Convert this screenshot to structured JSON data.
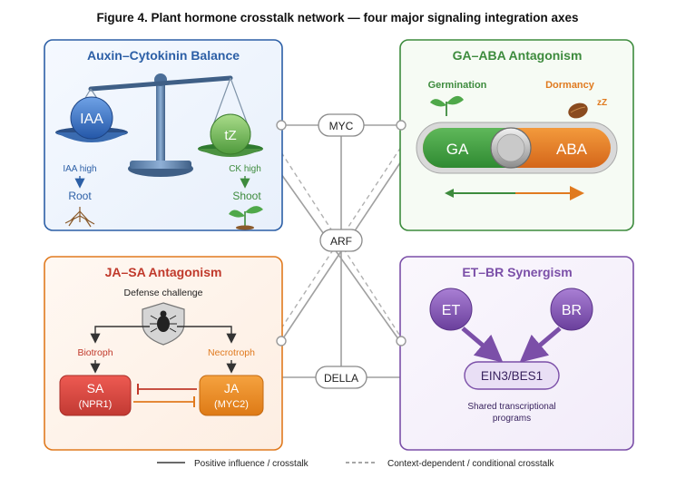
{
  "figure_title": "Figure 4. Plant hormone crosstalk network — four major signaling integration axes",
  "hubs": {
    "top": "MYC",
    "middle": "ARF",
    "bottom": "DELLA"
  },
  "panels": {
    "auxin_cytokinin": {
      "title": "Auxin–Cytokinin Balance",
      "left_pan": "IAA",
      "right_pan": "tZ",
      "left_condition": "IAA high",
      "left_outcome": "Root",
      "right_condition": "CK high",
      "right_outcome": "Shoot"
    },
    "ga_aba": {
      "title": "GA–ABA Antagonism",
      "left_label": "Germination",
      "right_label": "Dormancy",
      "sleep_glyph": "zZ",
      "switch_left": "GA",
      "switch_right": "ABA"
    },
    "ja_sa": {
      "title": "JA–SA Antagonism",
      "trigger": "Defense challenge",
      "left_branch": "Biotroph",
      "right_branch": "Necrotroph",
      "left_box": {
        "line1": "SA",
        "line2": "(NPR1)"
      },
      "right_box": {
        "line1": "JA",
        "line2": "(MYC2)"
      }
    },
    "et_br": {
      "title": "ET–BR Synergism",
      "left_node": "ET",
      "right_node": "BR",
      "target": "EIN3/BES1",
      "caption_line1": "Shared transcriptional",
      "caption_line2": "programs"
    }
  },
  "legend": {
    "solid": "Positive influence / crosstalk",
    "dashed": "Context-dependent / conditional crosstalk"
  },
  "colors": {
    "blue": "#2c5fa6",
    "green": "#3d8b3d",
    "red": "#c0392b",
    "orange": "#e07a1f",
    "purple": "#7b4fa8",
    "connector": "#9a9a9a"
  }
}
